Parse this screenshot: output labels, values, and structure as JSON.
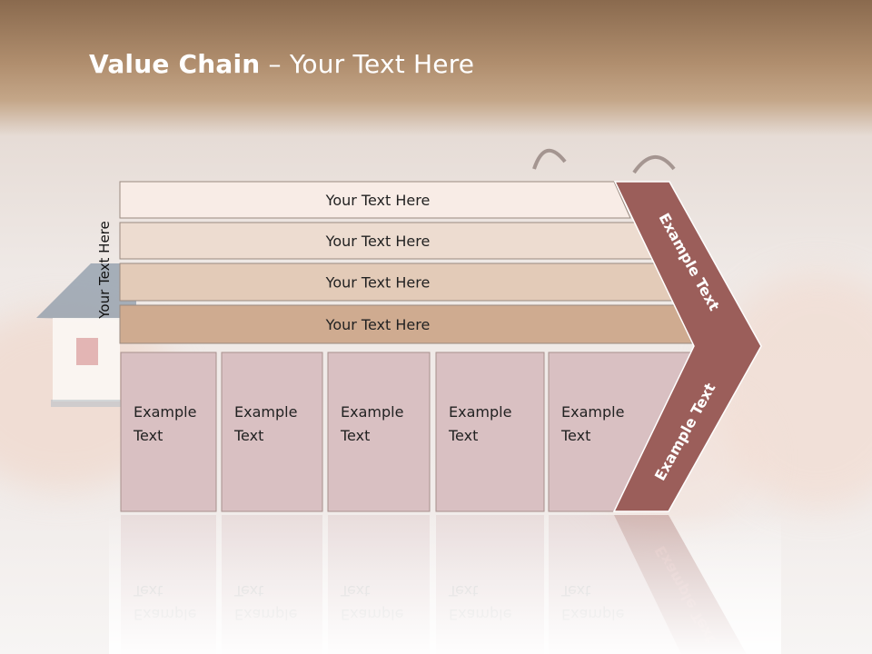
{
  "title": {
    "bold": "Value Chain",
    "rest": " – Your Text Here"
  },
  "side_label": "Your Text Here",
  "rows": [
    {
      "label": "Your Text Here",
      "color": "#f8ece6"
    },
    {
      "label": "Your Text Here",
      "color": "#eddcd0"
    },
    {
      "label": "Your Text Here",
      "color": "#e3cbb8"
    },
    {
      "label": "Your Text Here",
      "color": "#cfab90"
    }
  ],
  "boxes": [
    {
      "line1": "Example",
      "line2": "Text"
    },
    {
      "line1": "Example",
      "line2": "Text"
    },
    {
      "line1": "Example",
      "line2": "Text"
    },
    {
      "line1": "Example",
      "line2": "Text"
    },
    {
      "line1": "Example",
      "line2": "Text"
    }
  ],
  "chevron": {
    "top_label": "Example Text",
    "bottom_label": "Example Text",
    "color": "#9b5e5a"
  },
  "colors": {
    "box_fill": "#d9c0c2",
    "box_border": "#a8908c",
    "row_border": "#9a8a80"
  }
}
